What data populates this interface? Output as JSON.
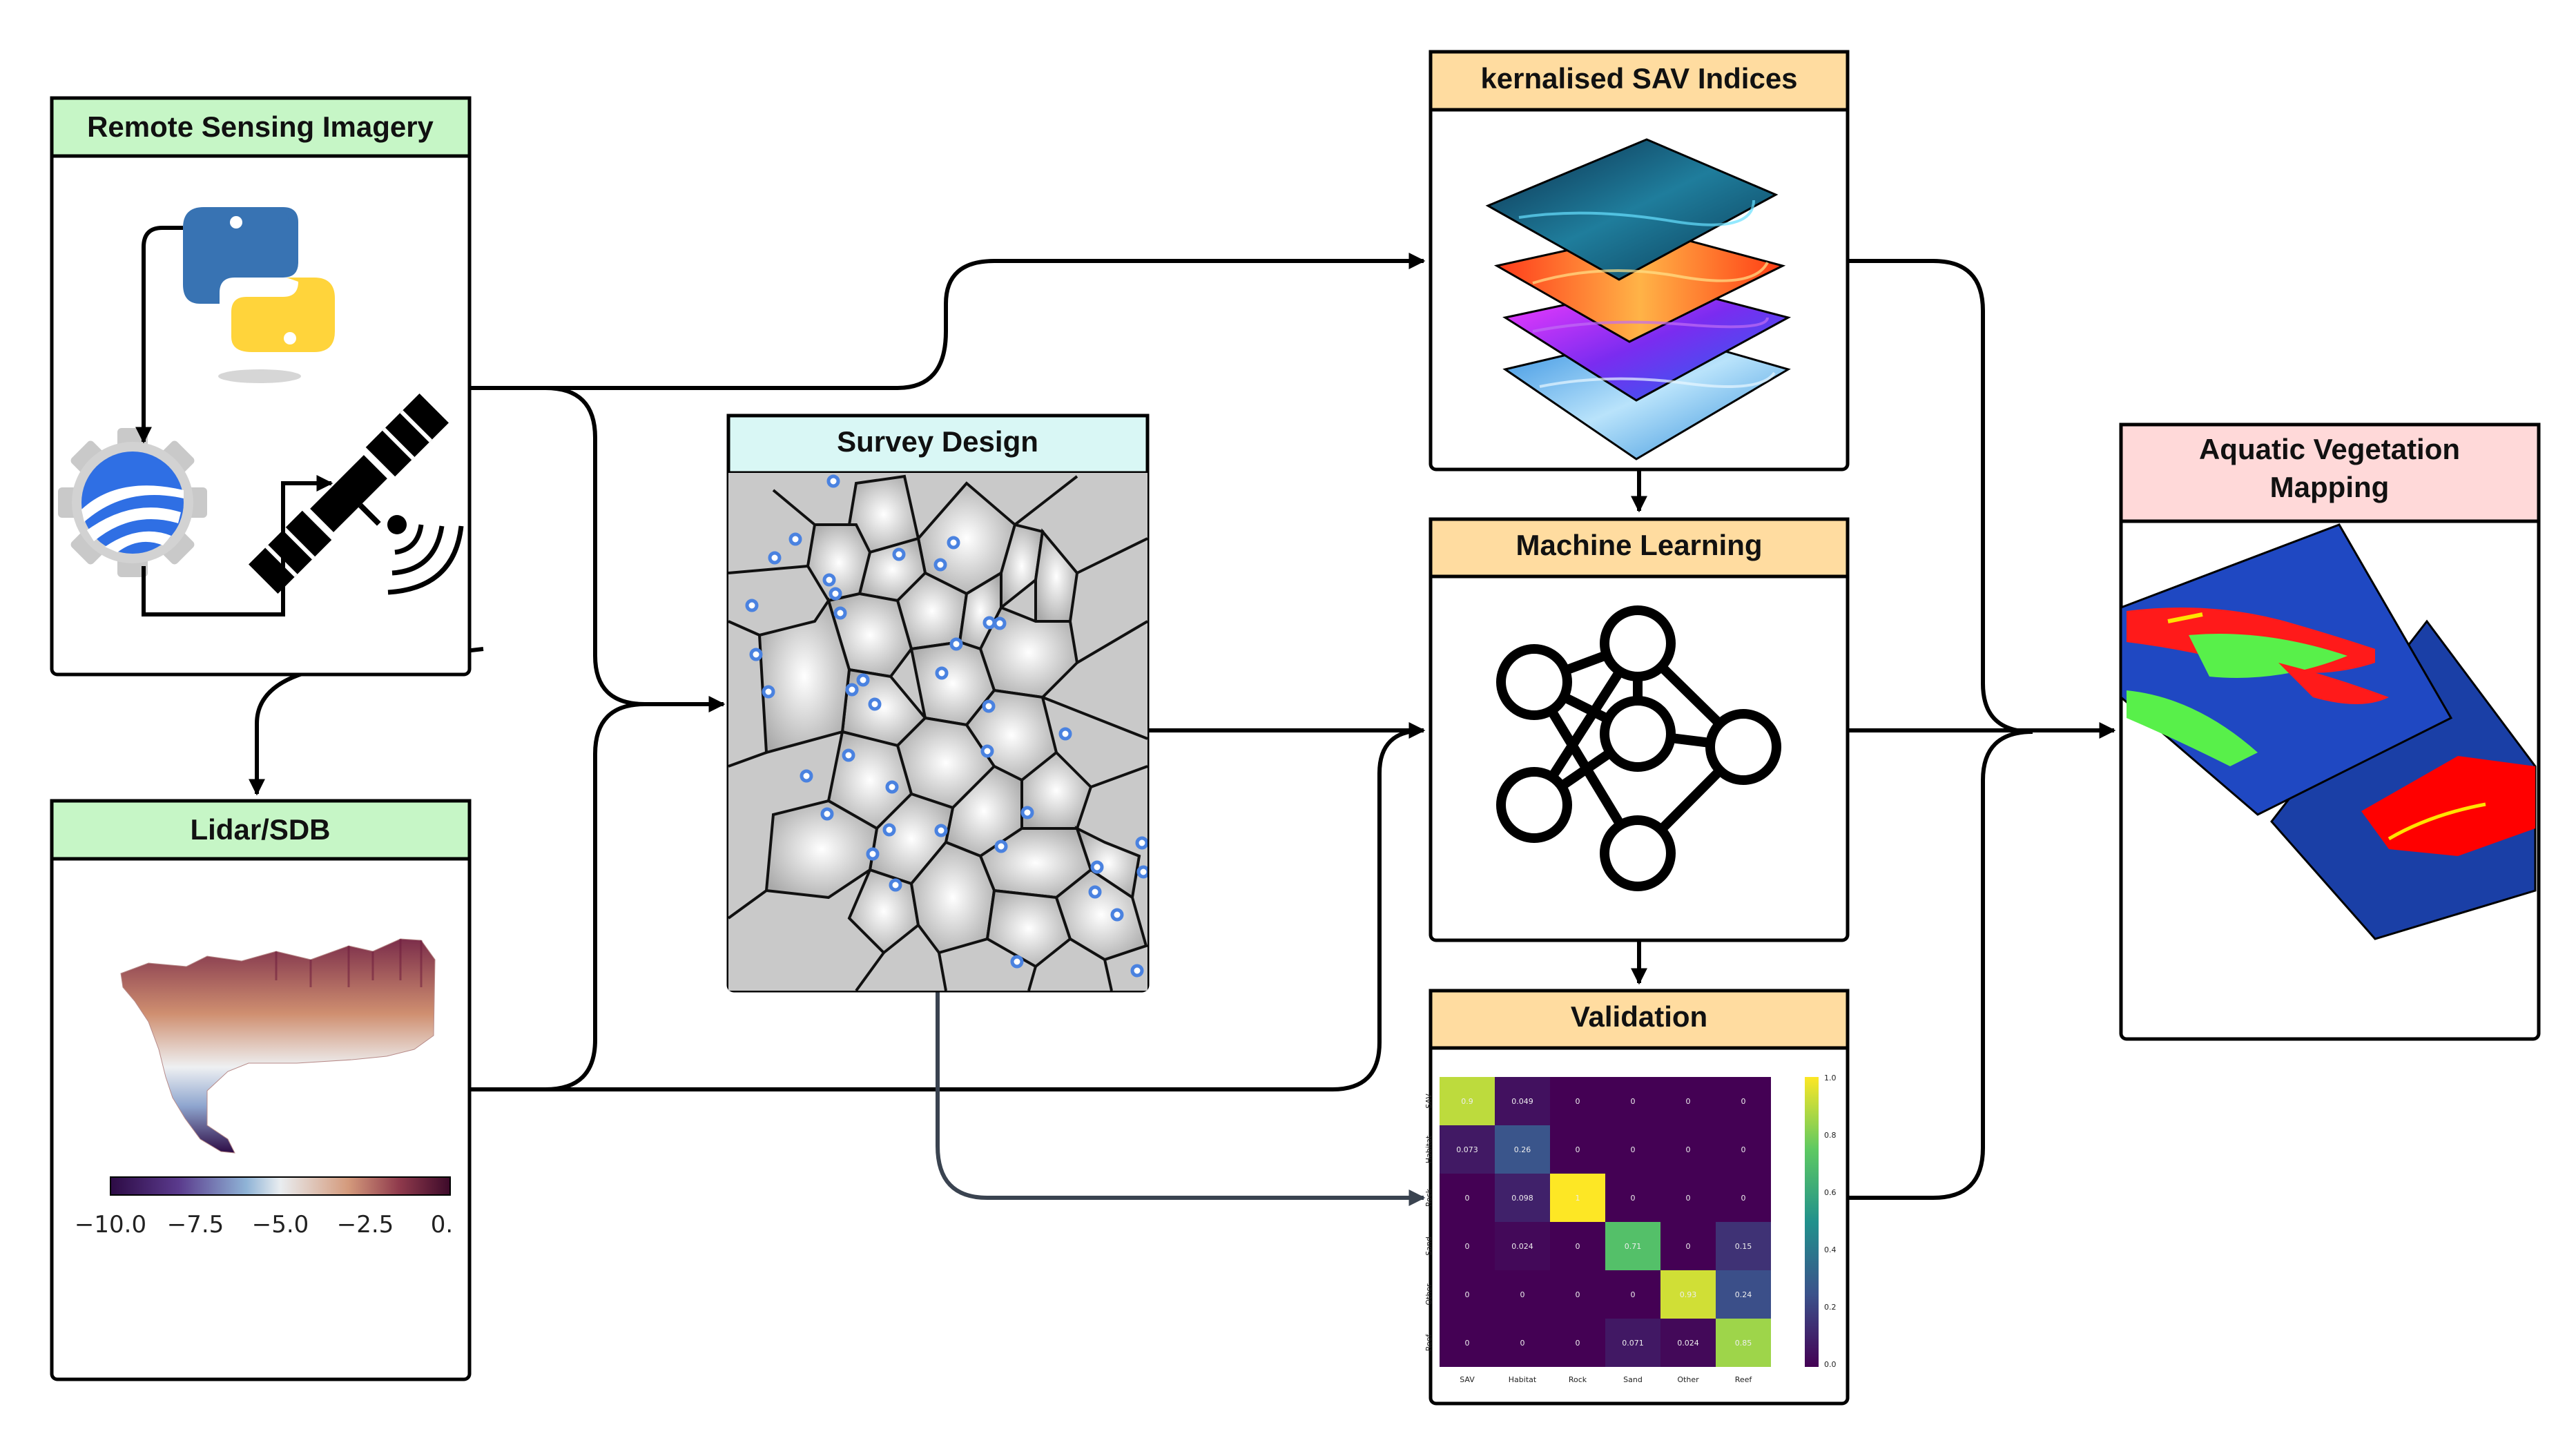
{
  "nodes": {
    "remote_sensing": {
      "title": "Remote Sensing Imagery"
    },
    "lidar": {
      "title": "Lidar/SDB",
      "colorbar_ticks": [
        "−10.0",
        "−7.5",
        "−5.0",
        "−2.5",
        "0."
      ]
    },
    "survey": {
      "title": "Survey Design"
    },
    "sav": {
      "title": "kernalised SAV Indices"
    },
    "ml": {
      "title": "Machine Learning"
    },
    "validation": {
      "title": "Validation",
      "matrix_rows": [
        "SAV",
        "Habitat",
        "Rock",
        "Sand",
        "Other",
        "Reef"
      ],
      "matrix_cols": [
        "SAV",
        "Habitat",
        "Rock",
        "Sand",
        "Other",
        "Reef"
      ],
      "matrix_values": [
        [
          "0.9",
          "0.049",
          "0",
          "0",
          "0",
          "0"
        ],
        [
          "0.073",
          "0.26",
          "0",
          "0",
          "0",
          "0"
        ],
        [
          "0",
          "0.098",
          "1",
          "0",
          "0",
          "0"
        ],
        [
          "0",
          "0.024",
          "0",
          "0.71",
          "0",
          "0.15"
        ],
        [
          "0",
          "0",
          "0",
          "0",
          "0.93",
          "0.24"
        ],
        [
          "0",
          "0",
          "0",
          "0.071",
          "0.024",
          "0.85"
        ]
      ],
      "colorbar_ticks": [
        "1.0",
        "0.8",
        "0.6",
        "0.4",
        "0.2",
        "0.0"
      ]
    },
    "output": {
      "title_line1": "Aquatic Vegetation",
      "title_line2": "Mapping"
    }
  },
  "colors": {
    "green_header": "#c6f6c6",
    "cyan_header": "#d9f7f5",
    "orange_header": "#ffdca0",
    "pink_header": "#ffd9d9",
    "line": "#000000",
    "survey_line": "#3a4350"
  }
}
